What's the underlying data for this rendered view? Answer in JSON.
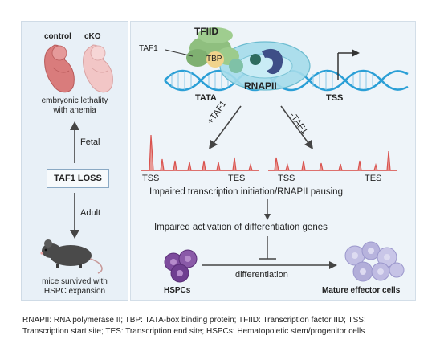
{
  "left_panel": {
    "control_label": "control",
    "cko_label": "cKO",
    "embryo_text_1": "embryonic lethality",
    "embryo_text_2": "with anemia",
    "fetal_label": "Fetal",
    "loss_label": "TAF1 LOSS",
    "adult_label": "Adult",
    "mice_text_1": "mice survived with",
    "mice_text_2": "HSPC expansion"
  },
  "complex": {
    "tfiid": "TFIID",
    "taf1": "TAF1",
    "tbp": "TBP",
    "rnapii": "RNAPII",
    "tata": "TATA",
    "tss": "TSS"
  },
  "branches": {
    "plus_taf1": "+TAF1",
    "minus_taf1": "-TAF1"
  },
  "profiles": {
    "left_tss": "TSS",
    "left_tes": "TES",
    "right_tss": "TSS",
    "right_tes": "TES"
  },
  "flow": {
    "impaired_initiation": "Impaired transcription initiation/RNAPII pausing",
    "impaired_activation": "Impaired  activation of differentiation genes",
    "hspcs": "HSPCs",
    "differentiation": "differentiation",
    "mature": "Mature effector cells"
  },
  "footer": {
    "line1": "RNAPII: RNA polymerase II; TBP: TATA-box binding protein; TFIID: Transcription factor IID; TSS:",
    "line2": "Transcription start site; TES: Transcription end site; HSPCs: Hematopoietic stem/progenitor cells"
  },
  "colors": {
    "dna_blue": "#2b9fd6",
    "peak_red": "#d9534f",
    "tfiid_green": "#8fbf7f",
    "rnapii_cyan": "#8fd3e0",
    "cell_purple": "#8a5aa8",
    "mature_lavender": "#b7b3dd",
    "embryo_pink": "#e59a9a"
  }
}
